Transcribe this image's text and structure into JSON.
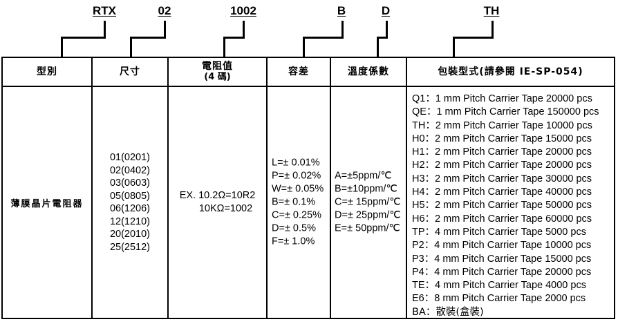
{
  "part_number_example": {
    "segments": [
      {
        "code": "RTX",
        "meaning_column": "type"
      },
      {
        "code": "02",
        "meaning_column": "size"
      },
      {
        "code": "1002",
        "meaning_column": "resistance"
      },
      {
        "code": "B",
        "meaning_column": "tolerance"
      },
      {
        "code": "D",
        "meaning_column": "tcr"
      },
      {
        "code": "TH",
        "meaning_column": "packaging"
      }
    ]
  },
  "table": {
    "headers": [
      {
        "main": "型別",
        "sub": ""
      },
      {
        "main": "尺寸",
        "sub": ""
      },
      {
        "main": "電阻值",
        "sub": "(4 碼)"
      },
      {
        "main": "容差",
        "sub": ""
      },
      {
        "main": "溫度係數",
        "sub": ""
      },
      {
        "main": "包裝型式(請參閱 IE-SP-054)",
        "sub": ""
      }
    ],
    "type": {
      "value": "薄膜晶片電阻器"
    },
    "size": {
      "items": [
        "01(0201)",
        "02(0402)",
        "03(0603)",
        "05(0805)",
        "06(1206)",
        "12(1210)",
        "20(2010)",
        "25(2512)"
      ]
    },
    "resistance": {
      "line1": "EX. 10.2Ω=10R2",
      "line2": "10KΩ=1002"
    },
    "tolerance": {
      "items": [
        "L=± 0.01%",
        "P=± 0.02%",
        "W=± 0.05%",
        "B=± 0.1%",
        "C=± 0.25%",
        "D=± 0.5%",
        "F=± 1.0%"
      ]
    },
    "tcr": {
      "items": [
        "A=±5ppm/℃",
        "B=±10ppm/℃",
        "C=± 15ppm/℃",
        "D=± 25ppm/℃",
        "E=± 50ppm/℃"
      ]
    },
    "packaging": {
      "items": [
        "Q1：1 mm Pitch Carrier Tape 20000 pcs",
        "QE：1 mm Pitch Carrier Tape 150000 pcs",
        "TH：2 mm Pitch Carrier Tape 10000 pcs",
        "H0：2 mm Pitch Carrier Tape 15000 pcs",
        "H1：2 mm Pitch Carrier Tape 20000 pcs",
        "H2：2 mm Pitch Carrier Tape 20000 pcs",
        "H3：2 mm Pitch Carrier Tape 30000 pcs",
        "H4：2 mm Pitch Carrier Tape 40000 pcs",
        "H5：2 mm Pitch Carrier Tape 50000 pcs",
        "H6：2 mm Pitch Carrier Tape 60000 pcs",
        "TP：4 mm Pitch Carrier Tape 5000 pcs",
        "P2：4 mm Pitch Carrier Tape 10000 pcs",
        "P3：4 mm Pitch Carrier Tape 15000 pcs",
        "P4：4 mm Pitch Carrier Tape 20000 pcs",
        "TE：4 mm Pitch Carrier Tape 4000 pcs",
        "E6：8 mm Pitch Carrier Tape 2000 pcs",
        "BA：散裝(盒裝)"
      ]
    }
  },
  "colors": {
    "ink": "#000000",
    "paper": "#ffffff"
  }
}
